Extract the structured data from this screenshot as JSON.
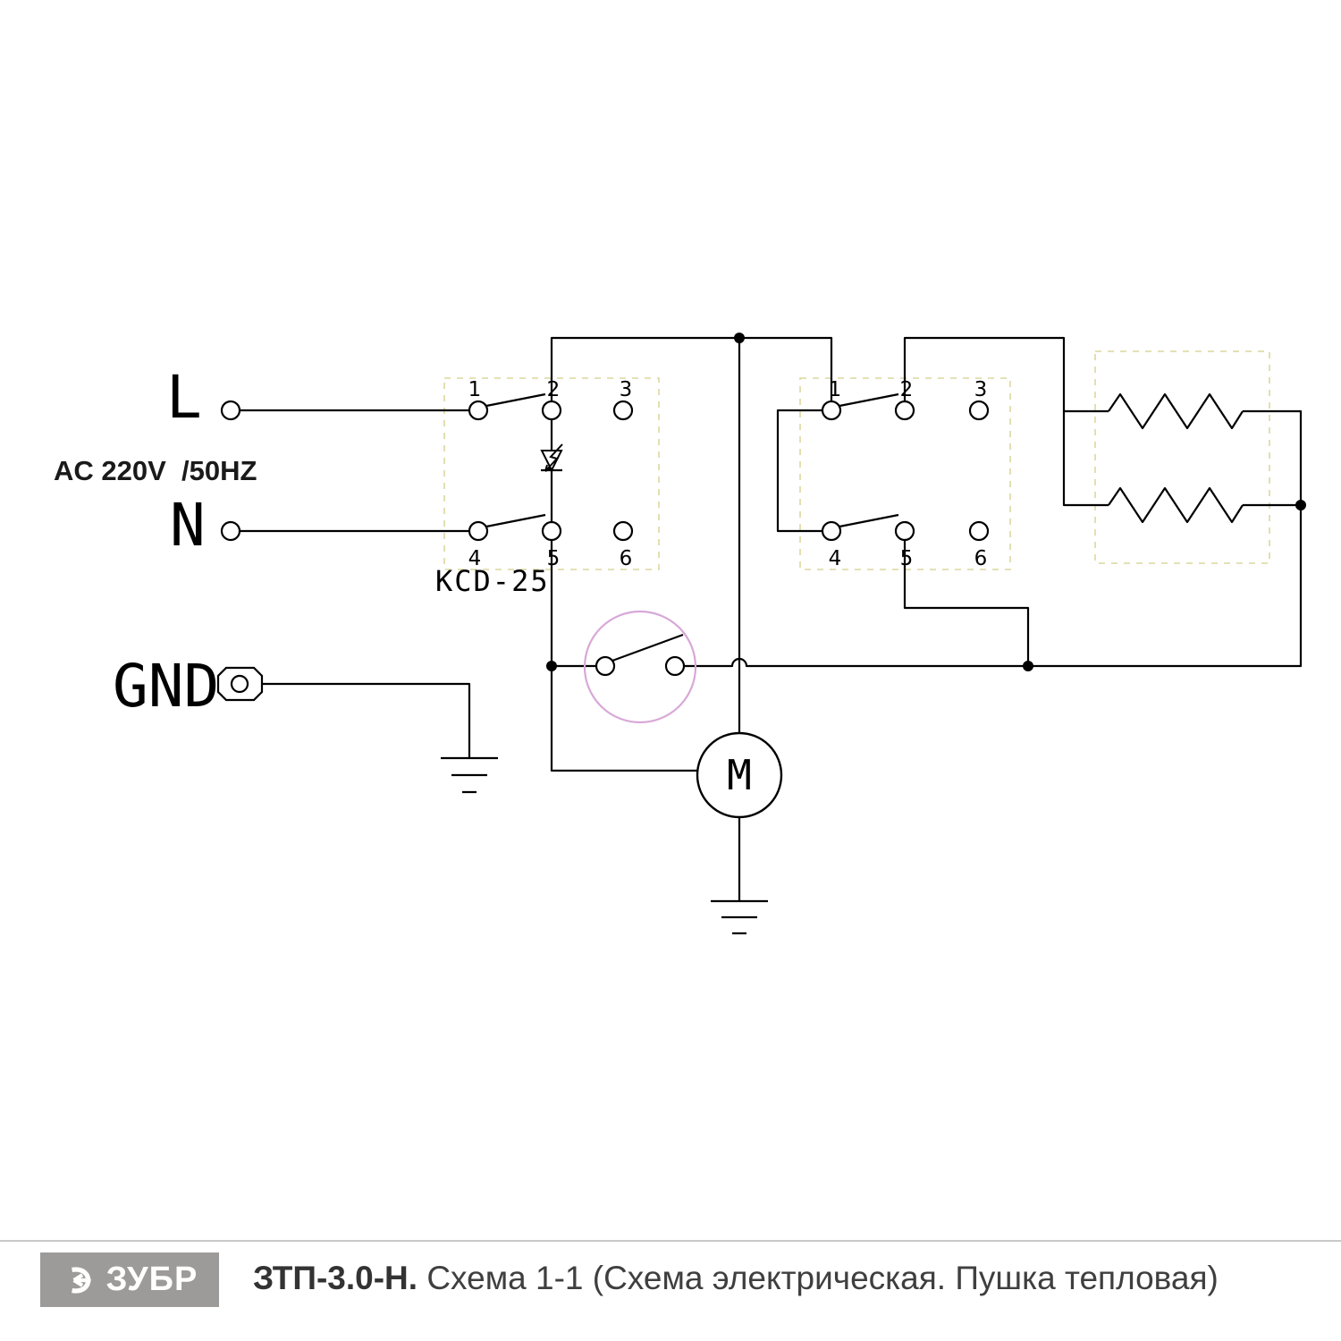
{
  "schematic": {
    "power": {
      "line_label": "L",
      "neutral_label": "N",
      "ground_label": "GND",
      "rating": "AC 220V  /50HZ"
    },
    "power_switch": {
      "label": "KCD-25",
      "terminals": [
        "1",
        "2",
        "3",
        "4",
        "5",
        "6"
      ]
    },
    "selector_switch": {
      "terminals": [
        "1",
        "2",
        "3",
        "4",
        "5",
        "6"
      ]
    },
    "motor": {
      "label": "M"
    },
    "colors": {
      "wire": "#000000",
      "module_box": "#dcd79e",
      "thermal_circle": "#d8a8d8"
    }
  },
  "footer": {
    "brand": "ЗУБР",
    "model": "ЗТП-3.0-Н.",
    "subtitle": "Схема 1-1 (Схема электрическая. Пушка тепловая)"
  }
}
